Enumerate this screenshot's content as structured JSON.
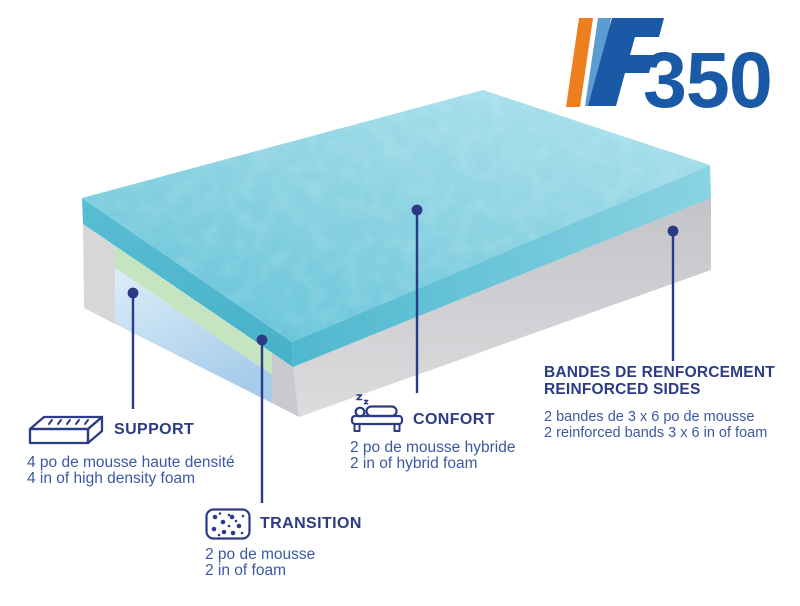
{
  "logo": {
    "name": "F350",
    "number": "350",
    "colors": {
      "f_blue": "#1A59A5",
      "orange": "#EE7F1E",
      "light_blue": "#5D9BD3"
    }
  },
  "diagram": {
    "subject": "mattress layers cutaway",
    "colors": {
      "comfort_top": "#8BD2E2",
      "comfort_edge": "#5FC0D5",
      "transition_green": "#C7E4C1",
      "support_blue": "#BFDCF2",
      "cover_gray_light": "#D7D7DA",
      "cover_gray_dark": "#C9C9CE",
      "callout_navy": "#2B3A85",
      "heading_navy": "#2C3B86",
      "body_blue": "#3A59A4"
    },
    "layers": [
      {
        "id": "confort",
        "color": "#8BD2E2"
      },
      {
        "id": "transition",
        "color": "#C7E4C1"
      },
      {
        "id": "support",
        "color": "#BFDCF2"
      },
      {
        "id": "reinforced-sides",
        "color": "#CFCFD4"
      }
    ]
  },
  "callouts": {
    "support": {
      "title": "SUPPORT",
      "line_fr": "4 po de mousse haute densité",
      "line_en": "4 in of high density foam",
      "icon": "foam-slab-icon"
    },
    "transition": {
      "title": "TRANSITION",
      "line_fr": "2 po de mousse",
      "line_en": "2 in of foam",
      "icon": "sponge-icon"
    },
    "confort": {
      "title": "CONFORT",
      "line_fr": "2 po de mousse hybride",
      "line_en": "2 in of hybrid foam",
      "icon": "bed-icon"
    },
    "reinforced": {
      "title_fr": "BANDES DE RENFORCEMENT",
      "title_en": "REINFORCED SIDES",
      "line_fr": "2 bandes de 3 x 6 po de mousse",
      "line_en": "2 reinforced bands 3 x 6 in of foam"
    }
  }
}
